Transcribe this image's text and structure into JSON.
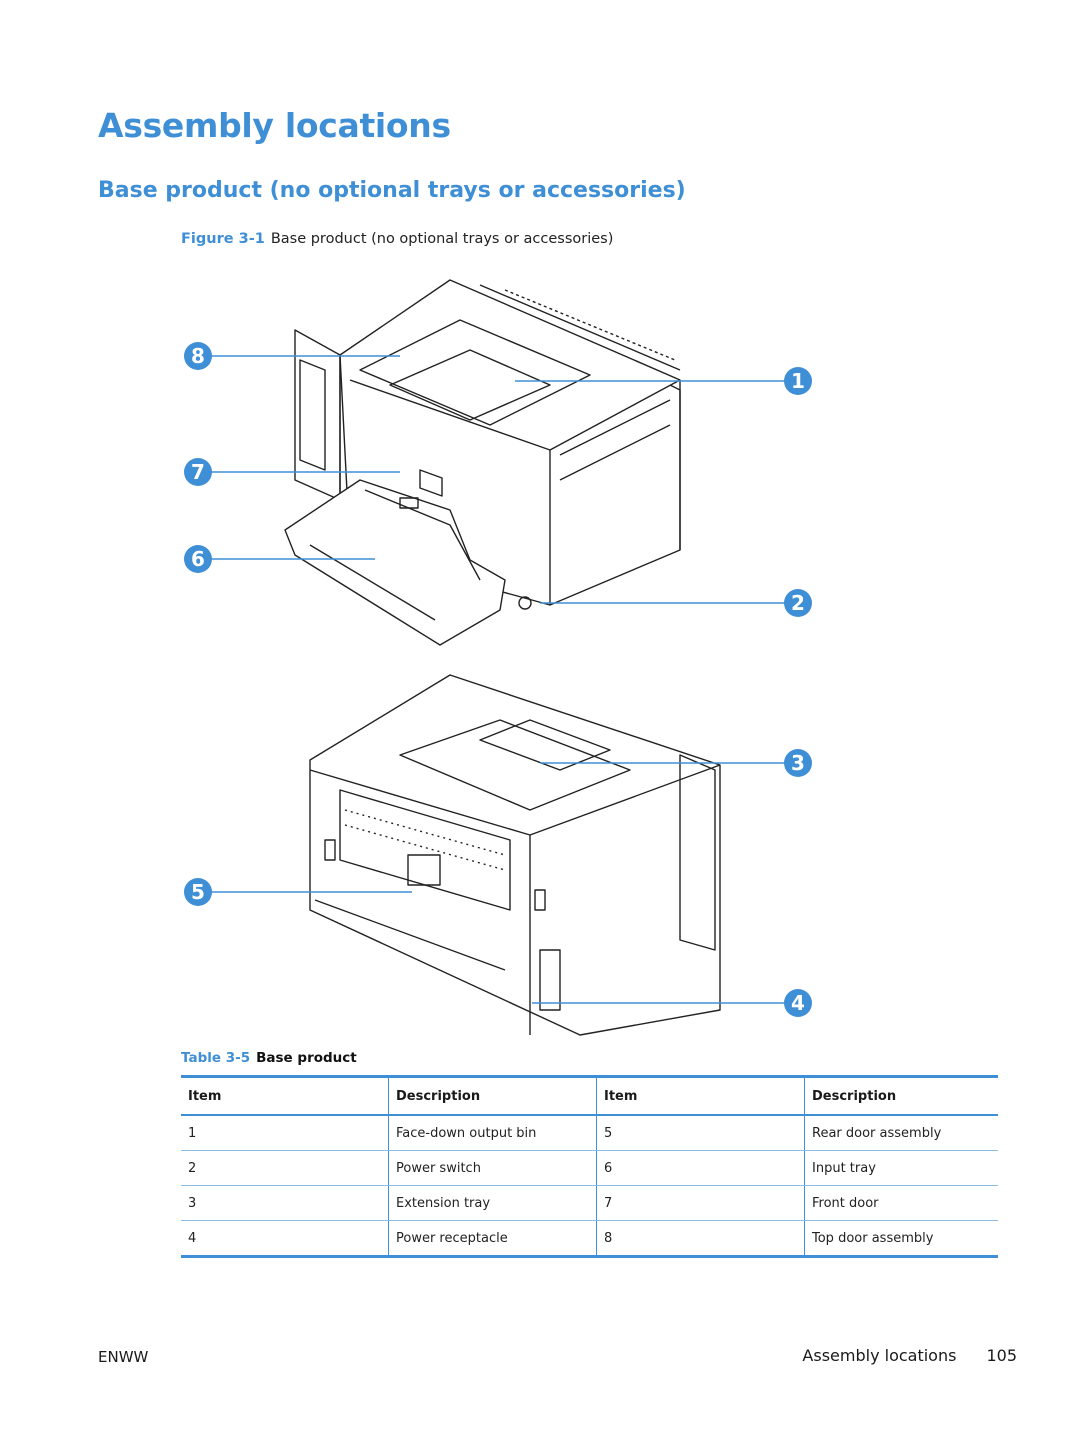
{
  "page": {
    "title": "Assembly locations",
    "subtitle": "Base product (no optional trays or accessories)"
  },
  "figure": {
    "label": "Figure 3-1",
    "caption": "Base product (no optional trays or accessories)",
    "callouts": [
      "1",
      "2",
      "3",
      "4",
      "5",
      "6",
      "7",
      "8"
    ]
  },
  "table": {
    "label": "Table 3-5",
    "title": "Base product",
    "headers": [
      "Item",
      "Description",
      "Item",
      "Description"
    ],
    "rows": [
      [
        "1",
        "Face-down output bin",
        "5",
        "Rear door assembly"
      ],
      [
        "2",
        "Power switch",
        "6",
        "Input tray"
      ],
      [
        "3",
        "Extension tray",
        "7",
        "Front door"
      ],
      [
        "4",
        "Power receptacle",
        "8",
        "Top door assembly"
      ]
    ]
  },
  "footer": {
    "left": "ENWW",
    "section": "Assembly locations",
    "page_number": "105"
  },
  "colors": {
    "accent": "#3f8fd6"
  }
}
